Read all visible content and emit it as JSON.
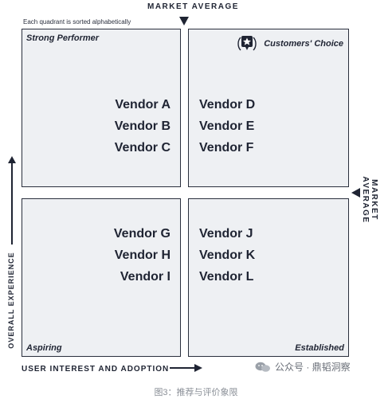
{
  "header": {
    "note": "Each quadrant is sorted alphabetically",
    "market_average_top": "MARKET AVERAGE",
    "market_average_right": "MARKET AVERAGE"
  },
  "axes": {
    "y_label": "OVERALL EXPERIENCE",
    "x_label": "USER INTEREST AND ADOPTION"
  },
  "quadrants": {
    "top_left": {
      "label": "Strong Performer",
      "vendors": [
        "Vendor A",
        "Vendor B",
        "Vendor C"
      ]
    },
    "top_right": {
      "label": "Customers' Choice",
      "badge_icon": "star-badge-icon",
      "vendors": [
        "Vendor D",
        "Vendor E",
        "Vendor F"
      ]
    },
    "bottom_left": {
      "label": "Aspiring",
      "vendors": [
        "Vendor G",
        "Vendor H",
        "Vendor I"
      ]
    },
    "bottom_right": {
      "label": "Established",
      "vendors": [
        "Vendor J",
        "Vendor K",
        "Vendor L"
      ]
    }
  },
  "watermark": {
    "text": "公众号 · 鼎韬洞察",
    "icon": "wechat-icon"
  },
  "caption": "图3：推荐与评价象限",
  "colors": {
    "quadrant_fill": "#eef0f3",
    "ink": "#1f2433",
    "caption": "#8a8f97"
  }
}
